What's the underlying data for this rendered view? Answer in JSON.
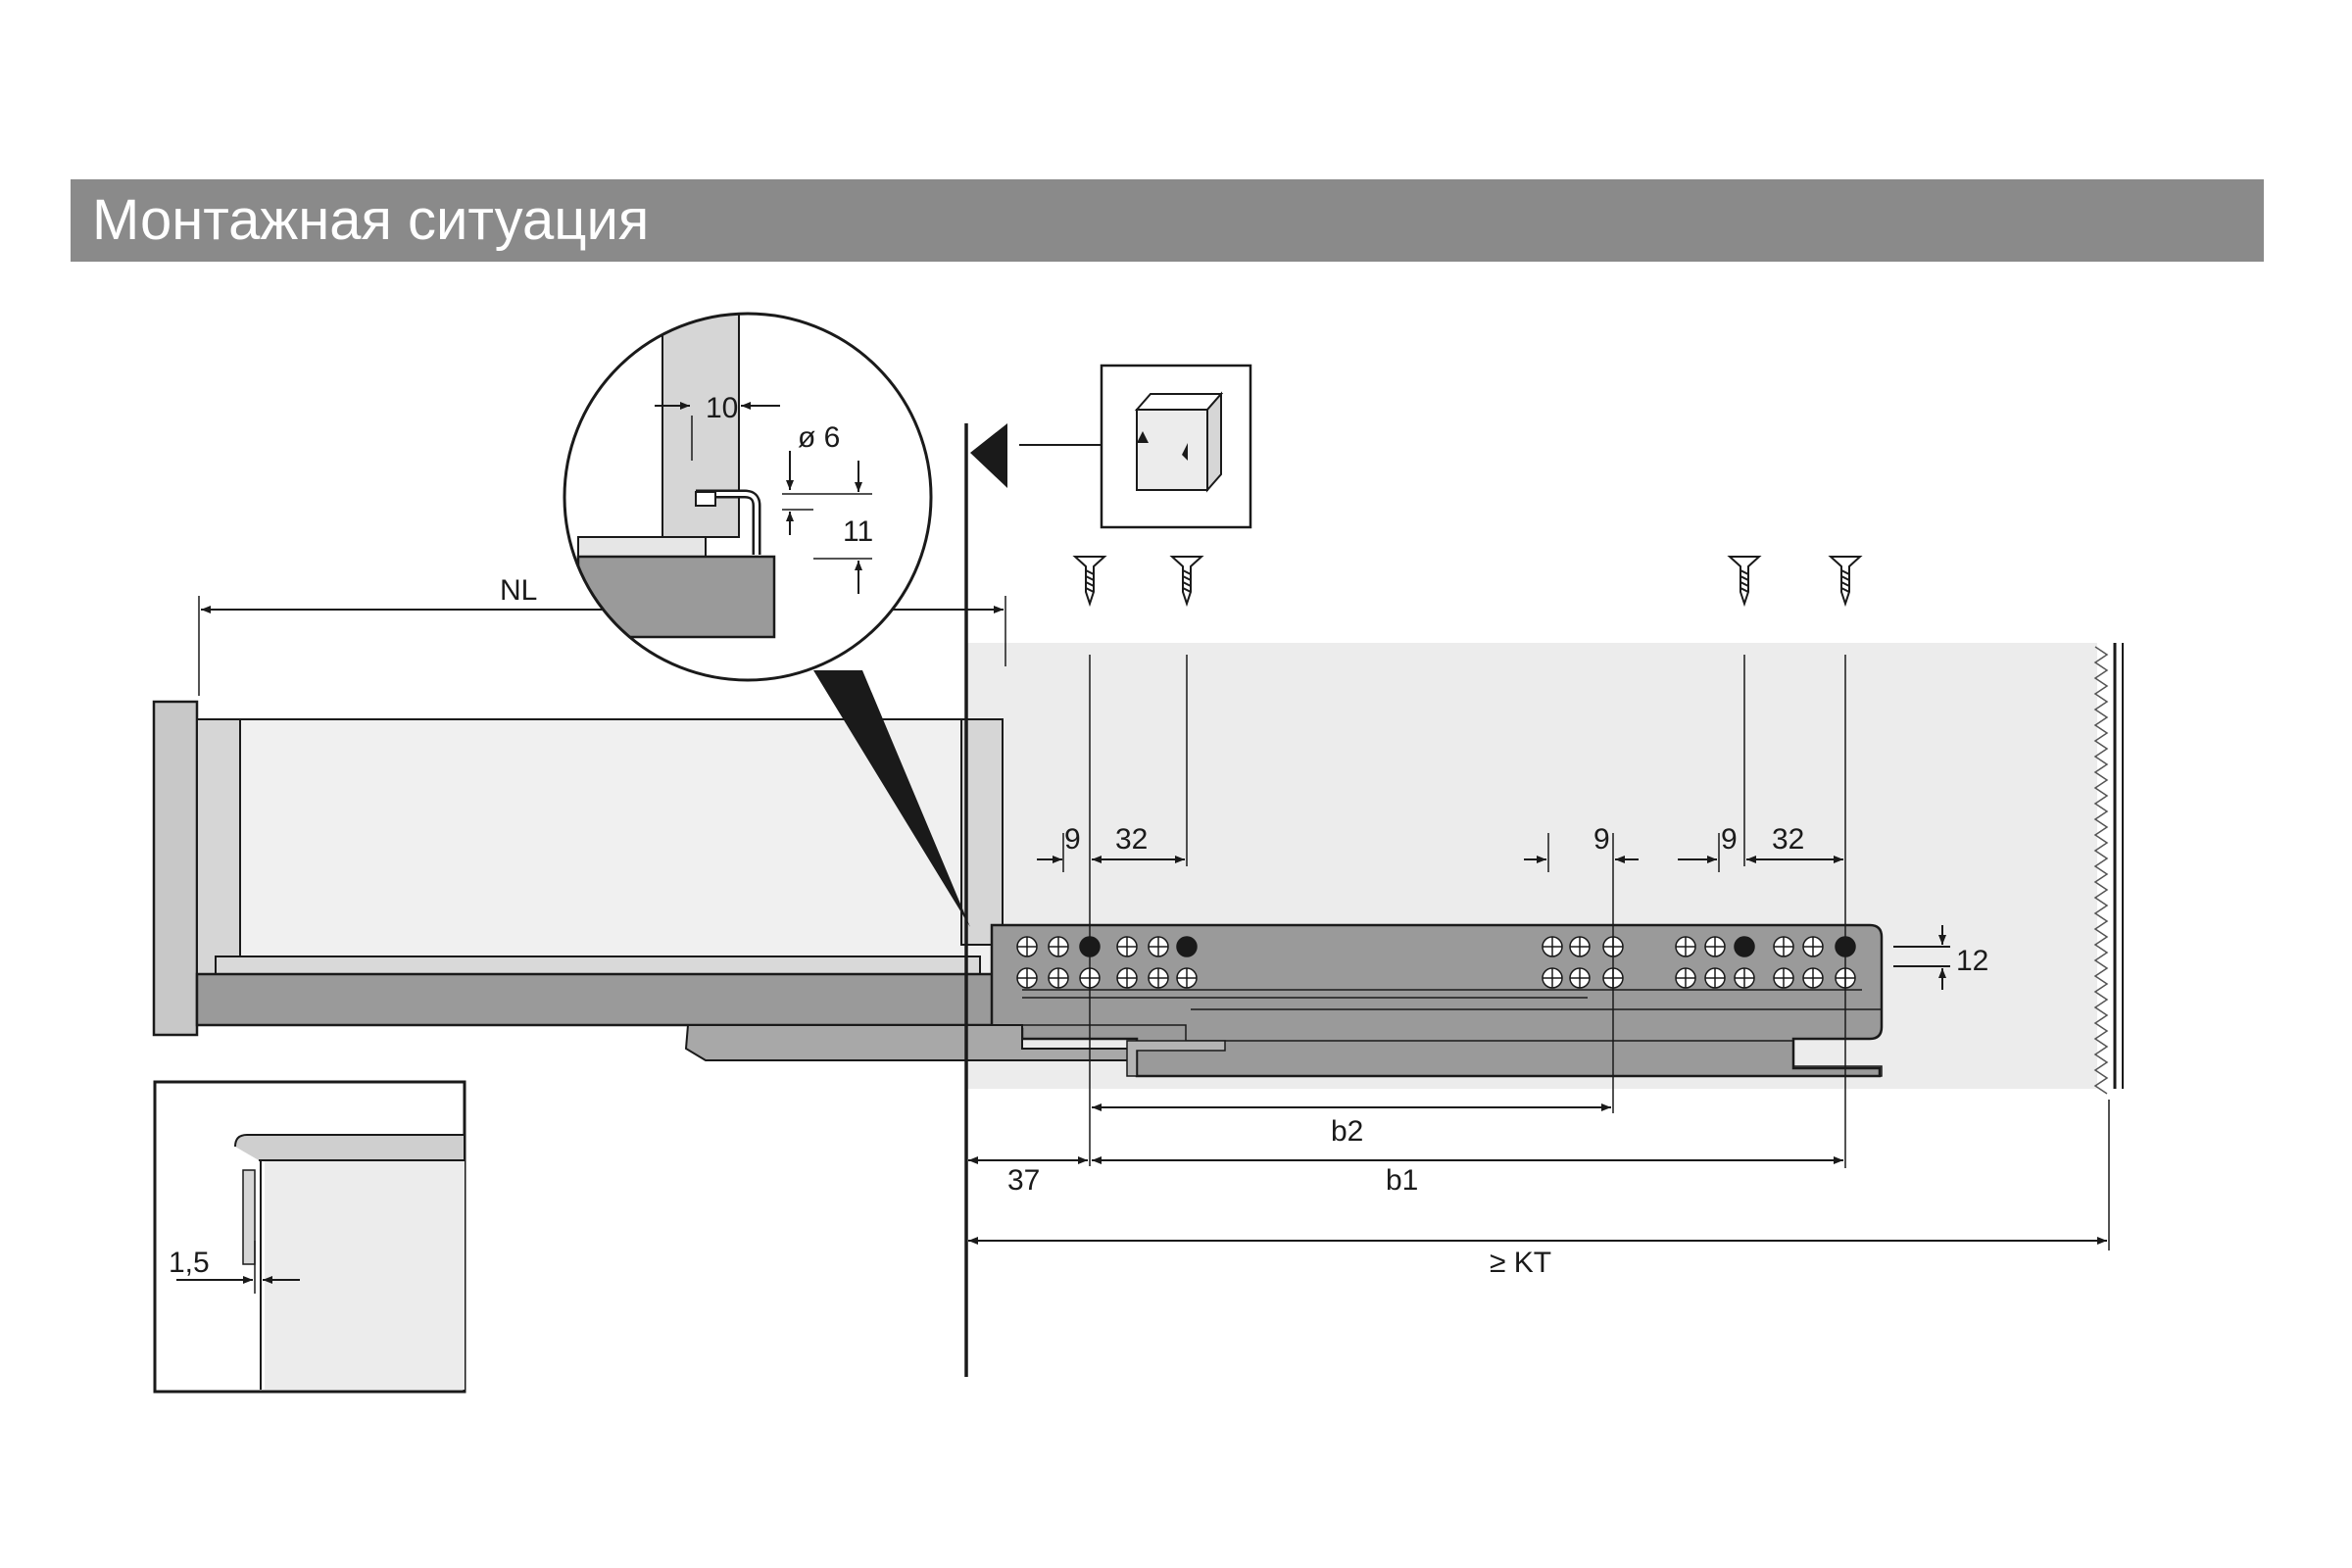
{
  "title": "Монтажная ситуация",
  "dims": {
    "nl": "NL",
    "d10": "10",
    "dia6": "ø 6",
    "d11": "11",
    "d9a": "9",
    "d32a": "32",
    "d9b": "9",
    "d9c": "9",
    "d32b": "32",
    "d12": "12",
    "b2": "b2",
    "d37": "37",
    "b1": "b1",
    "kt": "≥ KT",
    "d1_5": "1,5"
  }
}
